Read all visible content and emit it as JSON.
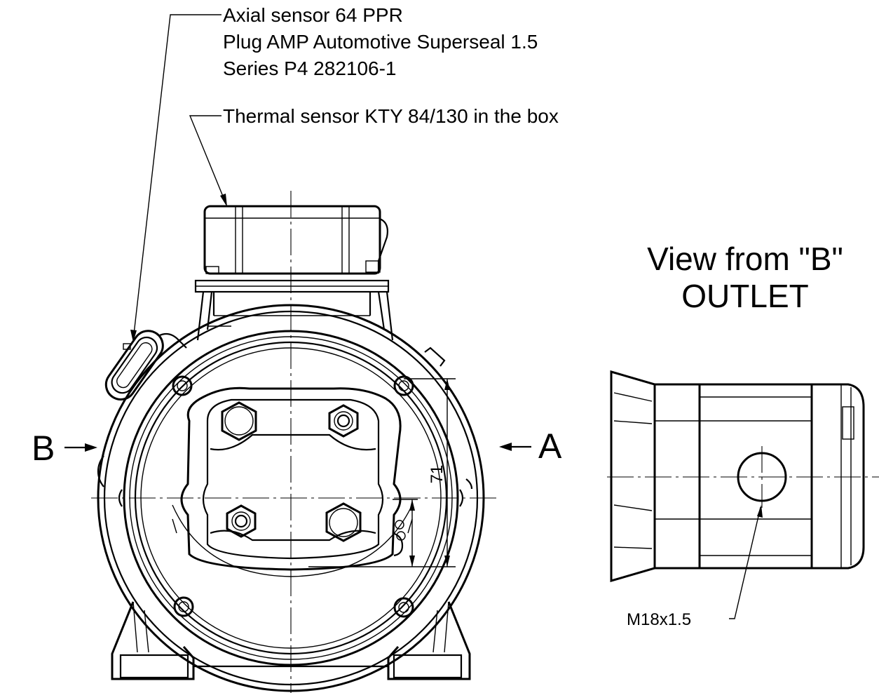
{
  "annotations": {
    "axial_sensor": [
      "Axial sensor 64 PPR",
      "Plug AMP Automotive Superseal 1.5",
      "Series P4 282106-1"
    ],
    "thermal_sensor": "Thermal sensor KTY 84/130 in the box",
    "view_title": "View from \"B\"",
    "view_subtitle": "OUTLET",
    "thread_label": "M18x1.5",
    "dimension_71": "71",
    "view_b_letter": "B",
    "view_a_letter": "A"
  },
  "colors": {
    "line": "#000000",
    "background": "#ffffff"
  }
}
